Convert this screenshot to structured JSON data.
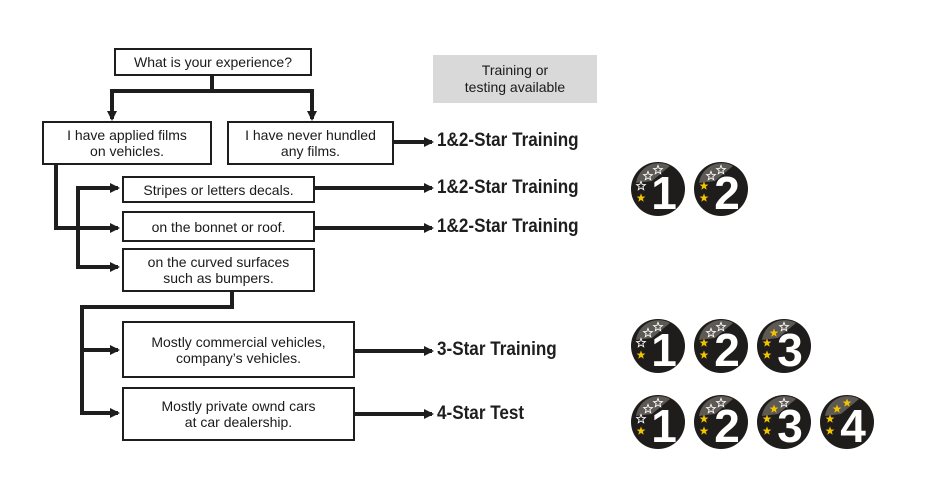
{
  "flowchart": {
    "question": "What is your experience?",
    "legend": "Training or\ntesting available",
    "experienced": "I have applied films\non vehicles.",
    "never": "I have never hundled\nany films.",
    "stripes": "Stripes or letters decals.",
    "bonnet": "on the bonnet or roof.",
    "curved": "on the curved surfaces\nsuch as bumpers.",
    "commercial": "Mostly commercial vehicles,\ncompany’s vehicles.",
    "private": "Mostly private ownd cars\nat car dealership."
  },
  "outcomes": {
    "never": "1&2-Star Training",
    "stripes": "1&2-Star Training",
    "bonnet": "1&2-Star Training",
    "commercial": "3-Star Training",
    "private": "4-Star Test"
  },
  "badges": {
    "row_a": [
      1,
      2
    ],
    "row_b": [
      1,
      2,
      3
    ],
    "row_c": [
      1,
      2,
      3,
      4
    ]
  },
  "colors": {
    "line": "#1e1e1e",
    "legend_bg": "#d9d9d9",
    "badge_dark": "#1f1d1b",
    "badge_shine": "#8f8a84",
    "star_gold": "#f2c300",
    "star_outline": "#ffffff"
  }
}
